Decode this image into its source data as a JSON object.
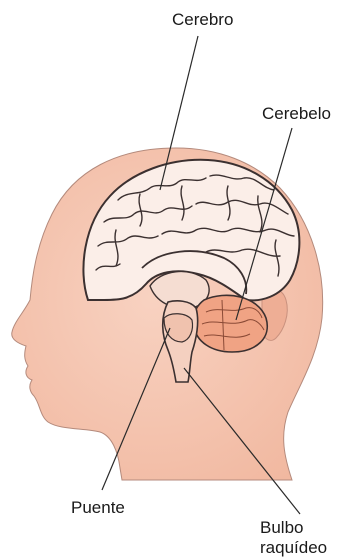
{
  "labels": {
    "cerebro": "Cerebro",
    "cerebelo": "Cerebelo",
    "puente": "Puente",
    "bulbo_line1": "Bulbo",
    "bulbo_line2": "raquídeo"
  },
  "colors": {
    "skin": "#f6c7b3",
    "skin_outline": "#5a4a44",
    "brain_fill": "#fbeee8",
    "brain_outline": "#3b3030",
    "cerebellum": "#f0a384",
    "brainstem": "#f4d0c0",
    "leader_line": "#2a2a2a"
  }
}
